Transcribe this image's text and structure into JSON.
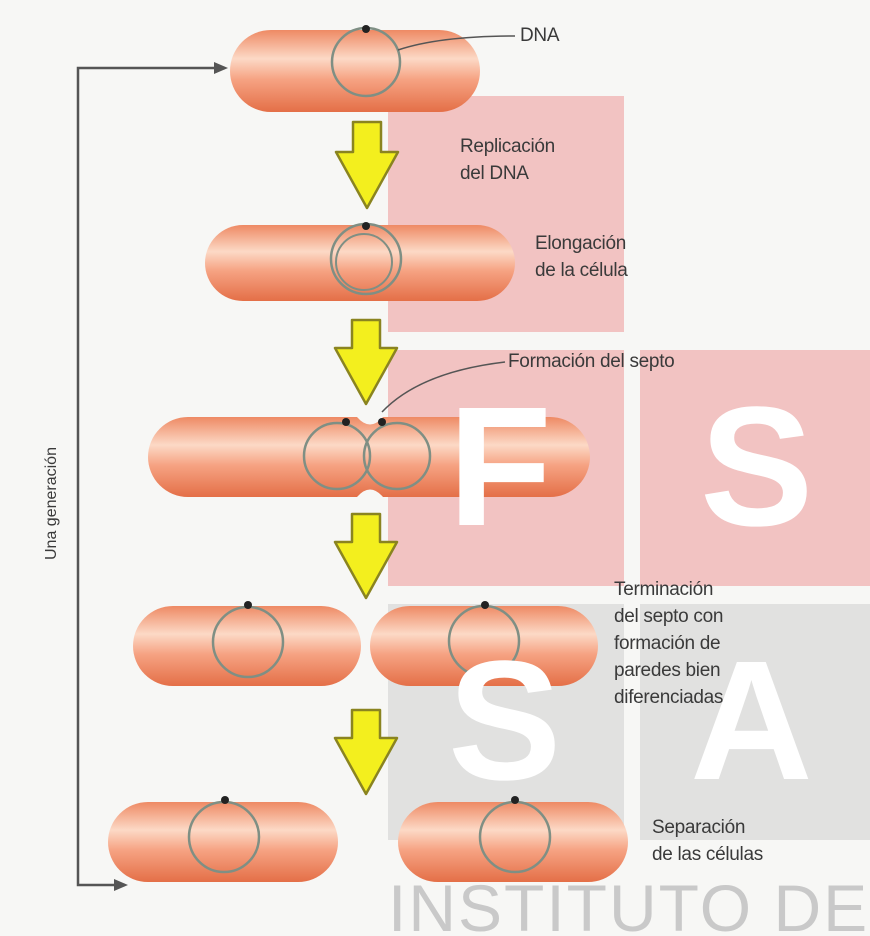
{
  "labels": {
    "dna": "DNA",
    "replicacion": "Replicación\ndel DNA",
    "elongacion": "Elongación\nde la célula",
    "septo": "Formación del septo",
    "terminacion": "Terminación\ndel septo con\nformación de\nparedes bien\ndiferenciadas",
    "separacion": "Separación\nde las células",
    "generacion": "Una generación"
  },
  "watermark": {
    "letters": [
      "F",
      "S",
      "S",
      "A"
    ],
    "bottom_text": "INSTITUTO DE"
  },
  "colors": {
    "cell_fill": "#f08a62",
    "cell_light": "#fde0d0",
    "arrow_fill": "#f3ef1e",
    "arrow_stroke": "#8a8420",
    "dna_circle": "#7f8f84",
    "watermark_red": "#e53e3e",
    "watermark_grey": "#b0b0b0"
  }
}
